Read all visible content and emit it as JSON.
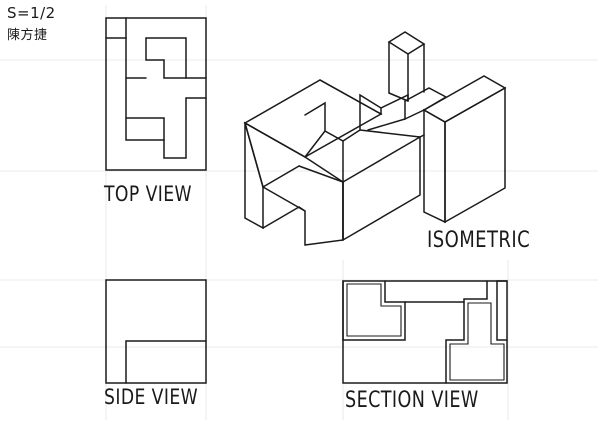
{
  "sheet": {
    "scale": "S=1/2",
    "author": "陳方捷"
  },
  "views": {
    "top": "TOP VIEW",
    "isometric": "ISOMETRIC",
    "side": "SIDE VIEW",
    "section": "SECTION VIEW"
  }
}
